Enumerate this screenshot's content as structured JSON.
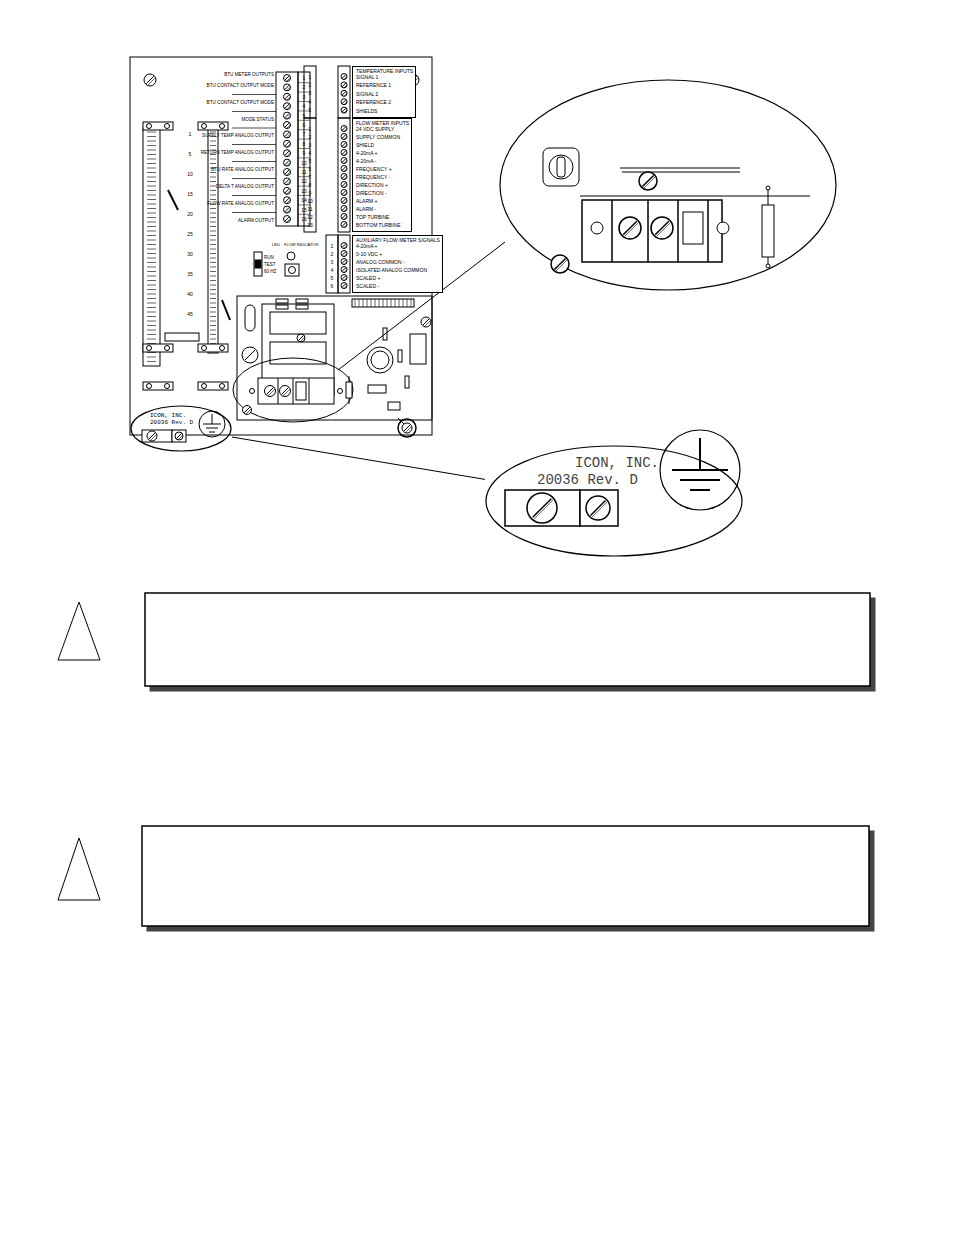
{
  "diagram": {
    "nodes": [
      {
        "text": [
          "TEMPERATURE INPUTS",
          "SIGNAL 1",
          "REFERENCE 1",
          "SIGNAL 2",
          "REFERENCE 2",
          "SHIELDS"
        ]
      },
      {
        "text": [
          "FLOW METER INPUTS",
          "24 VDC SUPPLY",
          "SUPPLY COMMON",
          "SHIELD",
          "4-20mA +",
          "4-20mA -",
          "FREQUENCY +",
          "FREQUENCY -",
          "DIRECTION +",
          "DIRECTION -",
          "ALARM +",
          "ALARM -",
          "TOP TURBINE",
          "BOTTOM TURBINE"
        ]
      },
      {
        "text": [
          "AUXILIARY FLOW METER SIGNALS",
          "4-20mA +",
          "0-10 VDC +",
          "ANALOG COMMON -",
          "ISOLATED ANALOG COMMON",
          "SCALED +",
          "SCALED -"
        ]
      },
      {
        "text": [
          "ICON, INC.",
          "20036 Rev. D"
        ]
      },
      {
        "text": [
          "ICON, INC.",
          "20036 Rev. D"
        ]
      }
    ],
    "edges": [
      {
        "from": 3,
        "to": 4,
        "arrow": "none"
      }
    ],
    "labels": [
      "BTU METER OUTPUTS",
      "BTU CONTACT OUTPUT MODE",
      "BTU CONTACT OUTPUT MODE",
      "MODE STATUS",
      "SUPPLY TEMP ANALOG OUTPUT",
      "RETURN TEMP ANALOG OUTPUT",
      "BTU RATE ANALOG OUTPUT",
      "DELTA T ANALOG OUTPUT",
      "FLOW RATE ANALOG OUTPUT",
      "ALARM OUTPUT",
      "1",
      "2",
      "3",
      "4",
      "5",
      "6",
      "7",
      "8",
      "9",
      "10",
      "11",
      "12",
      "13",
      "14",
      "15",
      "16",
      "1",
      "2",
      "3",
      "4",
      "5",
      "1",
      "2",
      "3",
      "4",
      "5",
      "6",
      "7",
      "8",
      "9",
      "10",
      "11",
      "12",
      "13",
      "1",
      "2",
      "3",
      "4",
      "5",
      "6",
      "1",
      "5",
      "10",
      "15",
      "20",
      "25",
      "30",
      "35",
      "40",
      "45",
      "RUN",
      "TEST",
      "60 HZ",
      "LED",
      "FLOW INDICATOR"
    ]
  }
}
